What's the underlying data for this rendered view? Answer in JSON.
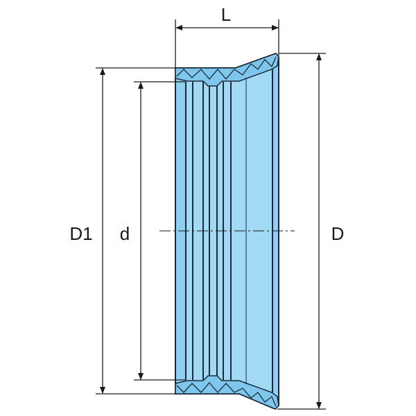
{
  "labels": {
    "L": "L",
    "D1": "D1",
    "d": "d",
    "D": "D"
  },
  "colors": {
    "fill": "#8fd0f2",
    "fill_light": "#a9dcf6",
    "stroke": "#1b2a3a"
  }
}
